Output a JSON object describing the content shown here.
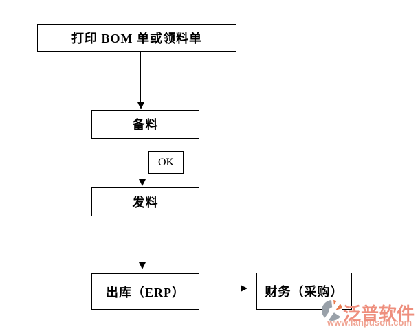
{
  "diagram": {
    "nodes": {
      "print": {
        "label": "打印 BOM 单或领料单"
      },
      "prepare": {
        "label": "备料"
      },
      "ok": {
        "label": "OK"
      },
      "issue": {
        "label": "发料"
      },
      "outbound": {
        "label": "出库（ERP）"
      },
      "finance": {
        "label": "财务（采购）"
      }
    },
    "arrows": [
      {
        "from": "print",
        "to": "prepare",
        "direction": "down"
      },
      {
        "from": "prepare",
        "to": "issue",
        "direction": "down"
      },
      {
        "from": "issue",
        "to": "outbound",
        "direction": "down"
      },
      {
        "from": "outbound",
        "to": "finance",
        "direction": "right"
      }
    ],
    "colors": {
      "box_border": "#000000",
      "text": "#000000",
      "arrow": "#000000",
      "background": "#ffffff"
    }
  },
  "watermark": {
    "brand": "泛普软件",
    "url": "www.fanpusoft.com",
    "colors": {
      "brand_text": "#ee8f7e",
      "url_text": "#f0a493",
      "logo_gray": "#99a1a9",
      "logo_orange": "#e87a4e"
    }
  }
}
